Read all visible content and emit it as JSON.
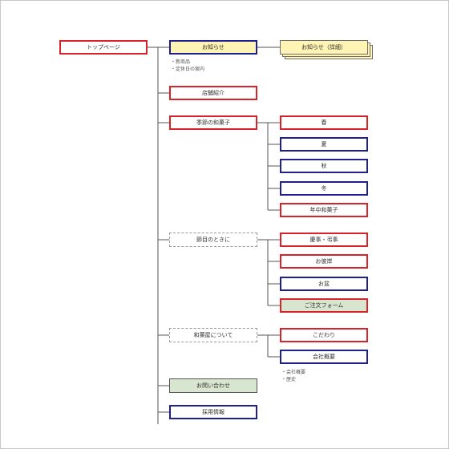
{
  "colors": {
    "red_border": "#d9232b",
    "blue_border": "#1f1f8f",
    "yellow_fill": "#fff4b3",
    "green_fill": "#d8e6cf",
    "line": "#555555"
  },
  "top": {
    "label": "トップページ"
  },
  "level1": {
    "news": "お知らせ",
    "news_detail": "お知らせ（詳細）",
    "news_notes": [
      "・新商品",
      "・定休日の案内"
    ],
    "store": "店舗紹介",
    "seasonal": "季節の和菓子",
    "occasions": "節目のときに",
    "about": "和菓屋について",
    "about_notes": [
      "・会社概要",
      "・歴史"
    ],
    "contact": "お問い合わせ",
    "recruit": "採用情報"
  },
  "seasonal_children": [
    "春",
    "夏",
    "秋",
    "冬",
    "年中和菓子"
  ],
  "occasion_children": [
    "慶事・弔事",
    "お彼岸",
    "お盆",
    "ご注文フォーム"
  ],
  "about_children": [
    "こだわり",
    "会社概要"
  ]
}
